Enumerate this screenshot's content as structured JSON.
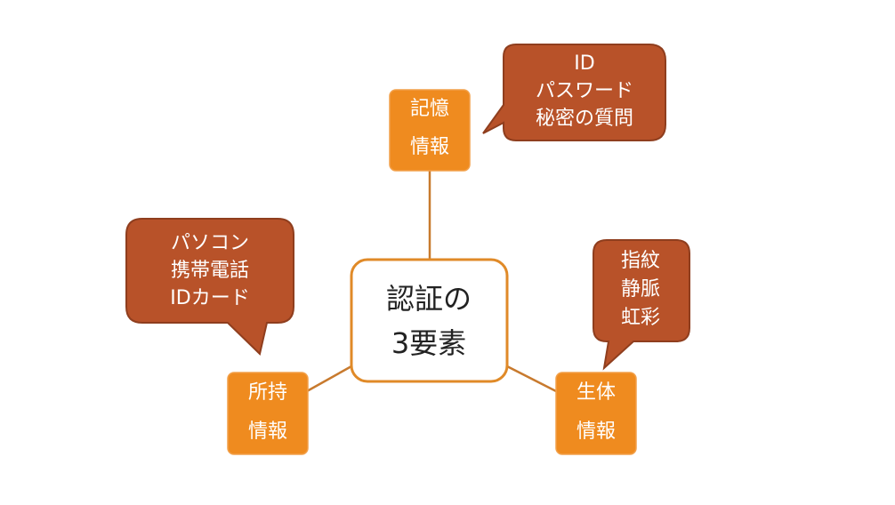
{
  "center": {
    "line1": "認証の",
    "line2": "3要素"
  },
  "factors": {
    "knowledge": {
      "line1": "記憶",
      "line2": "情報",
      "examples": [
        "ID",
        "パスワード",
        "秘密の質問"
      ]
    },
    "possession": {
      "line1": "所持",
      "line2": "情報",
      "examples": [
        "パソコン",
        "携帯電話",
        "IDカード"
      ]
    },
    "inherence": {
      "line1": "生体",
      "line2": "情報",
      "examples": [
        "指紋",
        "静脈",
        "虹彩"
      ]
    }
  },
  "colors": {
    "factor_fill": "#ef8b1f",
    "callout_fill": "#b85229",
    "center_border": "#e08a28",
    "connector": "#c87a2e"
  }
}
